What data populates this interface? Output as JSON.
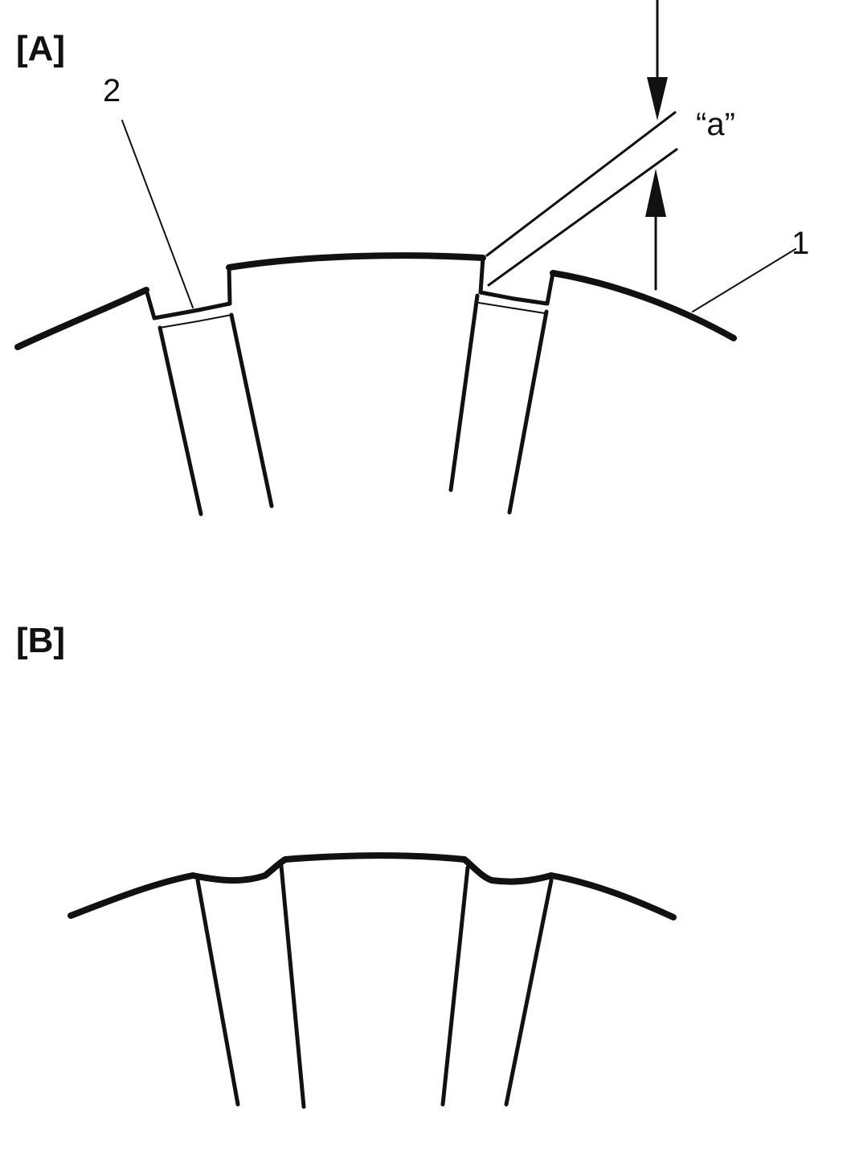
{
  "figure": {
    "panel_a": {
      "label": "[A]",
      "callout_1": "1",
      "callout_2": "2",
      "dimension_label": "“a”"
    },
    "panel_b": {
      "label": "[B]"
    }
  }
}
